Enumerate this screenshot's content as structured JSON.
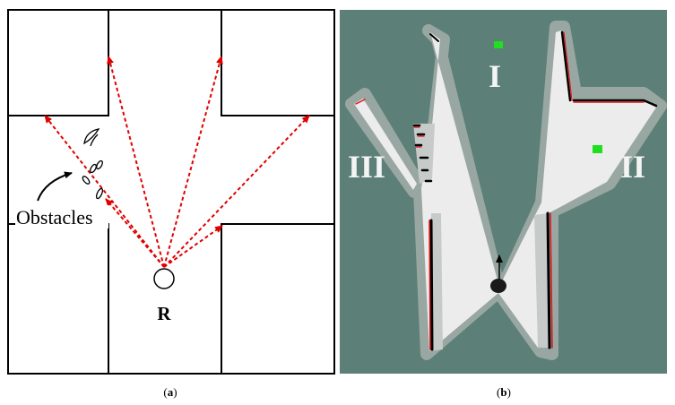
{
  "panel_a": {
    "robot_label": "R",
    "obstacles_label": "Obstacles",
    "caption_open": "(",
    "caption_letter": "a",
    "caption_close": ")",
    "ray_color": "#e00000"
  },
  "panel_b": {
    "region_labels": {
      "region_1": "I",
      "region_2": "II",
      "region_3": "III"
    },
    "caption_open": "(",
    "caption_letter": "b",
    "caption_close": ")",
    "colors": {
      "unknown": "#5c7f78",
      "free": "#ececec",
      "inflation": "#9aa8a4",
      "obstacle_edge": "#e01515",
      "goal": "#1ee01e",
      "region_text": "#f4f4f4"
    }
  }
}
